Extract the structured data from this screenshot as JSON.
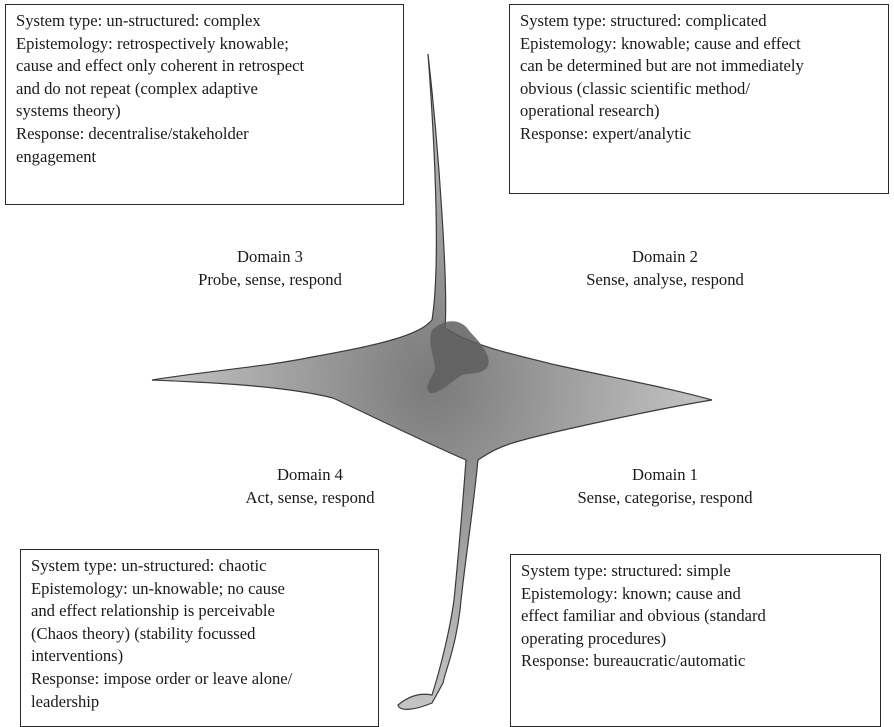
{
  "boxes": {
    "top_left": {
      "lines": [
        "System type: un-structured: complex",
        "Epistemology: retrospectively knowable;",
        "cause and effect only coherent in retrospect",
        "and do not repeat (complex adaptive",
        "systems theory)",
        "Response: decentralise/stakeholder",
        "engagement"
      ]
    },
    "top_right": {
      "lines": [
        "System type: structured: complicated",
        "Epistemology: knowable; cause and effect",
        "can be determined but are not immediately",
        "obvious (classic scientific method/",
        "operational research)",
        "Response: expert/analytic"
      ]
    },
    "bottom_left": {
      "lines": [
        "System type: un-structured: chaotic",
        "Epistemology: un-knowable; no cause",
        "and effect relationship is perceivable",
        "(Chaos theory) (stability focussed",
        "interventions)",
        "Response: impose order or leave alone/",
        "leadership"
      ]
    },
    "bottom_right": {
      "lines": [
        "System type: structured: simple",
        "Epistemology: known; cause and",
        "effect familiar and obvious (standard",
        "operating procedures)",
        "Response: bureaucratic/automatic"
      ]
    }
  },
  "domains": {
    "d3": {
      "title": "Domain 3",
      "subtitle": "Probe, sense, respond"
    },
    "d2": {
      "title": "Domain 2",
      "subtitle": "Sense, analyse, respond"
    },
    "d4": {
      "title": "Domain 4",
      "subtitle": "Act, sense, respond"
    },
    "d1": {
      "title": "Domain 1",
      "subtitle": "Sense, categorise, respond"
    }
  },
  "colors": {
    "shape_light": "#c9c9c9",
    "shape_mid": "#a3a3a3",
    "center_dark": "#5e5e5e",
    "outline": "#3a3a3a"
  }
}
